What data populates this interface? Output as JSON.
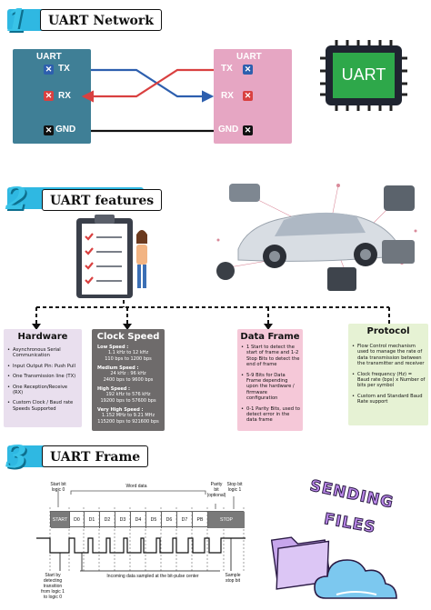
{
  "section1": {
    "number": "1",
    "title": "UART Network"
  },
  "network": {
    "left": {
      "title": "UART",
      "pins": [
        "TX",
        "RX",
        "GND"
      ]
    },
    "right": {
      "title": "UART",
      "pins": [
        "TX",
        "RX",
        "GND"
      ]
    },
    "chip_label": "UART",
    "colors": {
      "tx_wire": "#2d5fae",
      "rx_wire": "#d94040",
      "gnd_wire": "#111111",
      "left_box": "#3f7f96",
      "right_box": "#e6a6c3"
    }
  },
  "section2": {
    "number": "2",
    "title": "UART features"
  },
  "features": {
    "hardware": {
      "title": "Hardware",
      "items": [
        "Asynchronous Serial Communication",
        "Input Output Pin: Push Pull",
        "One Transmission line (TX)",
        "One Reception/Receive (RX)",
        "Custom Clock / Baud rate Speeds Supported"
      ]
    },
    "clock_speed": {
      "title": "Clock Speed",
      "groups": [
        {
          "head": "Low Speed :",
          "values": [
            "1.1 kHz to 12 kHz",
            "110 bps to 1200 bps"
          ]
        },
        {
          "head": "Medium Speed :",
          "values": [
            "24 kHz : 96 kHz",
            "2400 bps to 9600 bps"
          ]
        },
        {
          "head": "High Speed :",
          "values": [
            "192 kHz to 576 kHz",
            "19200 bps to 57600 bps"
          ]
        },
        {
          "head": "Very High Speed :",
          "values": [
            "1.152 MHz to 9.21 MHz",
            "115200 bps to 921600 bps"
          ]
        }
      ]
    },
    "data_frame": {
      "title": "Data Frame",
      "items": [
        "1 Start to detect the start of frame and 1-2 Stop Bits to detect the end of frame",
        "5-9 Bits for Data Frame depending upon the hardware / firmware configuration",
        "0-1 Parity Bits, used to detect error in the data frame"
      ]
    },
    "protocol": {
      "title": "Protocol",
      "items": [
        "Flow Control mechanism used to manage the rate of data transmission between the transmitter and receiver",
        "Clock frequency (Hz) = Baud rate (bps) x Number of bits per symbol",
        "Custom and Standard Baud Rate support"
      ]
    },
    "colors": {
      "hardware": "#e9dfee",
      "clock_speed": "#6e6b6b",
      "data_frame": "#f5c8d8",
      "protocol": "#e6f2d4"
    }
  },
  "section3": {
    "number": "3",
    "title": "UART Frame"
  },
  "frame": {
    "top_labels": {
      "start_bit": "Start bit\nlogic 0",
      "word_data": "Word data",
      "parity": "Parity\nbit\n(optional)",
      "stop_bit": "Stop bit\nlogic 1"
    },
    "cells": [
      "START",
      "D0",
      "D1",
      "D2",
      "D3",
      "D4",
      "D5",
      "D6",
      "D7",
      "PB",
      "STOP"
    ],
    "bottom_labels": {
      "start_detect": "Start by\ndetecting\ntransition\nfrom logic 1\nto logic 0",
      "sampled": "Incoming data sampled at the bit-pulse center",
      "sample_stop": "Sample\nstop bit"
    }
  },
  "sending": {
    "line1": "SENDING",
    "line2": "FILES"
  }
}
